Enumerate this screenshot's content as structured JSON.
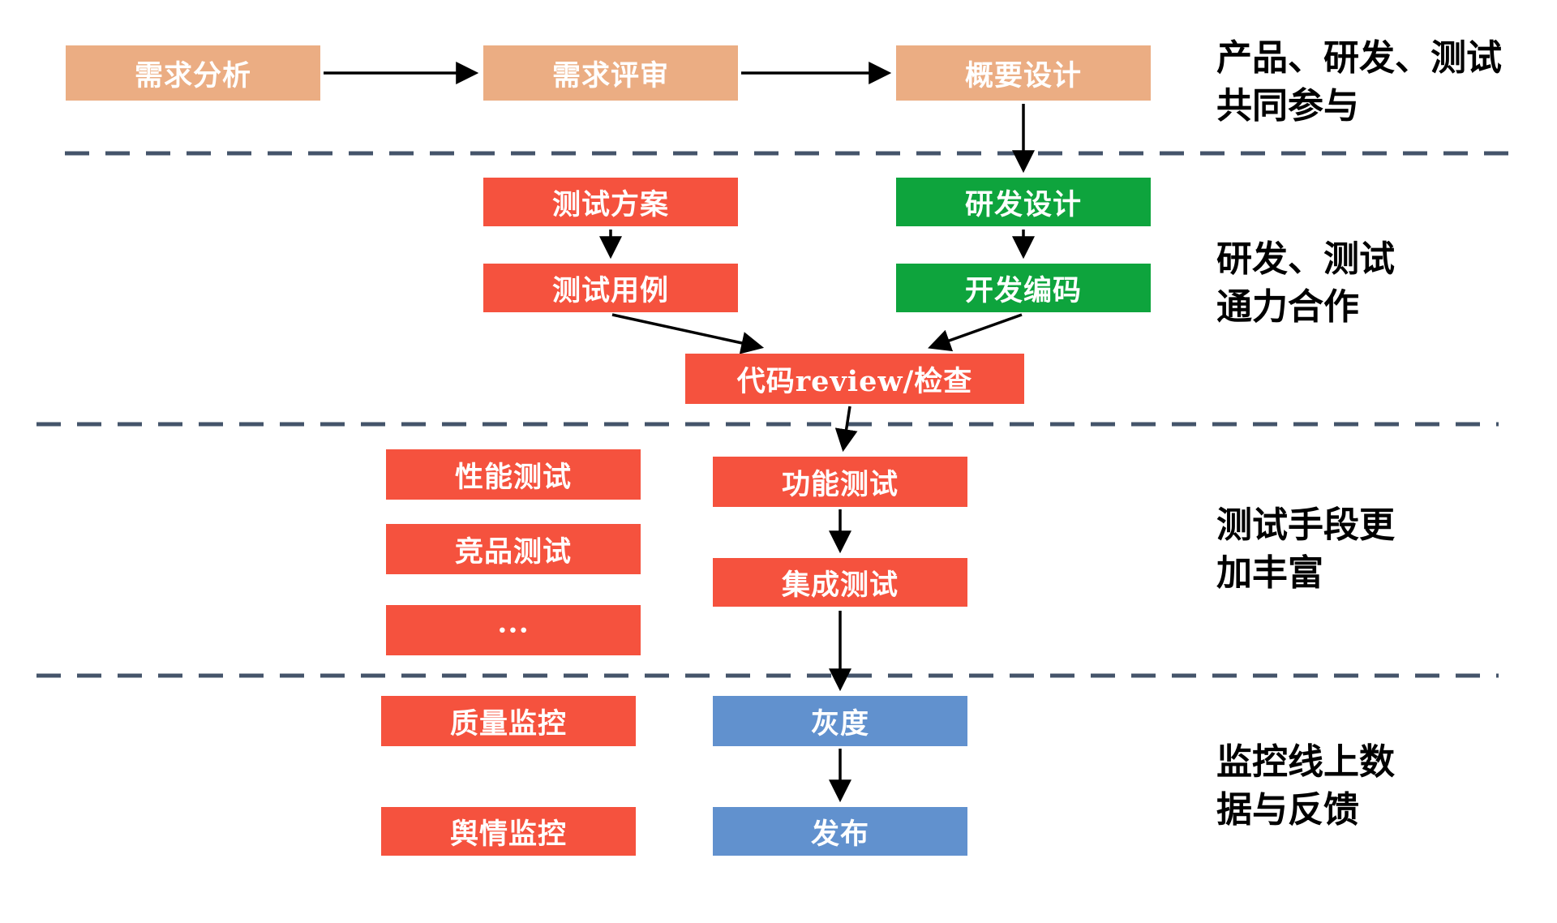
{
  "colors": {
    "phase1_box": "#ebad83",
    "test_box": "#f5523e",
    "dev_box": "#0ea43d",
    "release_box": "#6191ce",
    "separator": "#44546a",
    "arrow": "#000000",
    "box_text": "#ffffff",
    "annotation_text": "#000000"
  },
  "diagram": {
    "type": "flowchart",
    "nodes": {
      "req_analysis": {
        "label": "需求分析"
      },
      "req_review": {
        "label": "需求评审"
      },
      "outline_design": {
        "label": "概要设计"
      },
      "test_plan": {
        "label": "测试方案"
      },
      "rd_design": {
        "label": "研发设计"
      },
      "test_case": {
        "label": "测试用例"
      },
      "dev_coding": {
        "label": "开发编码"
      },
      "code_review": {
        "label": "代码review/检查"
      },
      "perf_test": {
        "label": "性能测试"
      },
      "func_test": {
        "label": "功能测试"
      },
      "competitor_test": {
        "label": "竞品测试"
      },
      "integration_test": {
        "label": "集成测试"
      },
      "more_tests": {
        "label": "···"
      },
      "quality_monitor": {
        "label": "质量监控"
      },
      "gray_release": {
        "label": "灰度"
      },
      "sentiment_monitor": {
        "label": "舆情监控"
      },
      "release": {
        "label": "发布"
      }
    },
    "edges": [
      {
        "from": "需求分析",
        "to": "需求评审"
      },
      {
        "from": "需求评审",
        "to": "概要设计"
      },
      {
        "from": "概要设计",
        "to": "研发设计"
      },
      {
        "from": "测试方案",
        "to": "测试用例"
      },
      {
        "from": "研发设计",
        "to": "开发编码"
      },
      {
        "from": "测试用例",
        "to": "代码review/检查"
      },
      {
        "from": "开发编码",
        "to": "代码review/检查"
      },
      {
        "from": "代码review/检查",
        "to": "功能测试"
      },
      {
        "from": "功能测试",
        "to": "集成测试"
      },
      {
        "from": "集成测试",
        "to": "灰度"
      },
      {
        "from": "灰度",
        "to": "发布"
      }
    ],
    "annotations": {
      "phase1": {
        "line1": "产品、研发、测试",
        "line2": "共同参与"
      },
      "phase2": {
        "line1": "研发、测试",
        "line2": "通力合作"
      },
      "phase3": {
        "line1": "测试手段更",
        "line2": "加丰富"
      },
      "phase4": {
        "line1": "监控线上数",
        "line2": "据与反馈"
      }
    }
  }
}
